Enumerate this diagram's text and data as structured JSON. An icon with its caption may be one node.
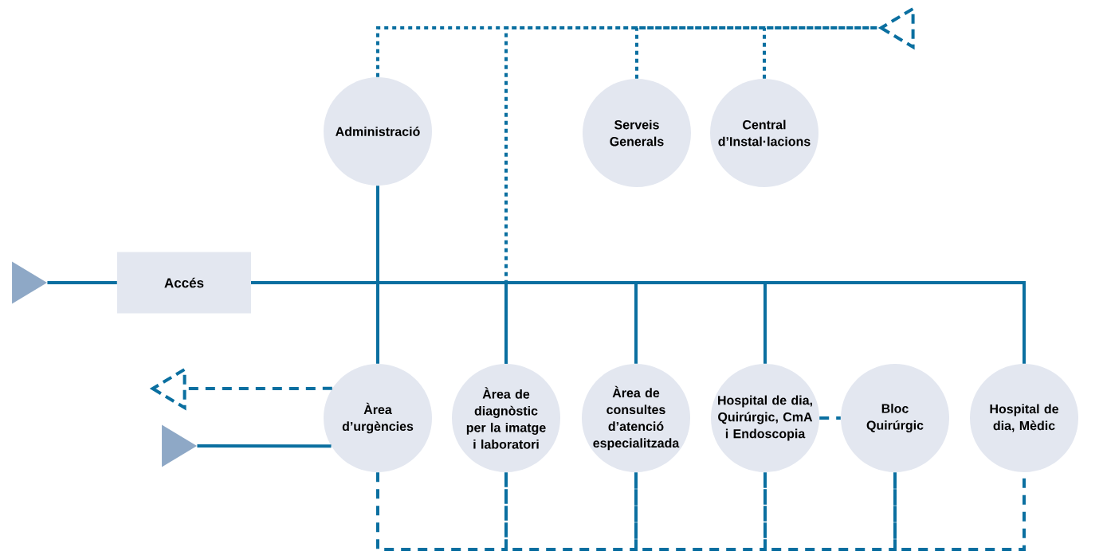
{
  "diagram": {
    "nodes": [
      {
        "text": [
          "Administració"
        ]
      },
      {
        "text": [
          "Serveis Generals"
        ]
      },
      {
        "text": [
          "Central d’Instal·lacions"
        ]
      },
      {
        "text": [
          "Accés"
        ]
      },
      {
        "text": [
          "Àrea d’urgències"
        ]
      },
      {
        "text": [
          "Àrea de diagnòstic per la imatge i laboratori"
        ]
      },
      {
        "text": [
          "Àrea de consultes d’atenció especialitzada"
        ]
      },
      {
        "text": [
          "Hospital de dia, Quirúrgic, CmA i Endoscopia"
        ]
      },
      {
        "text": [
          "Bloc Quirúrgic"
        ]
      },
      {
        "text": [
          "Hospital de dia, Mèdic"
        ]
      },
      {
        "text": [],
        "shape": "triangle"
      },
      {
        "text": [],
        "shape": "triangle"
      },
      {
        "text": [],
        "shape": "triangle"
      },
      {
        "text": [],
        "shape": "triangle"
      }
    ],
    "edges": [
      {
        "from": 10,
        "to": 3,
        "arrow": "none"
      },
      {
        "from": 3,
        "to": 0,
        "arrow": "none"
      },
      {
        "from": 3,
        "to": 4,
        "arrow": "none"
      },
      {
        "from": 3,
        "to": 5,
        "arrow": "none"
      },
      {
        "from": 3,
        "to": 6,
        "arrow": "none"
      },
      {
        "from": 3,
        "to": 7,
        "arrow": "none"
      },
      {
        "from": 3,
        "to": 9,
        "arrow": "none"
      },
      {
        "from": 0,
        "to": 12,
        "arrow": "none",
        "style": "dashed"
      },
      {
        "from": 5,
        "to": 12,
        "arrow": "none",
        "style": "dashed"
      },
      {
        "from": 1,
        "to": 12,
        "arrow": "none",
        "style": "dashed"
      },
      {
        "from": 2,
        "to": 12,
        "arrow": "none",
        "style": "dashed"
      },
      {
        "from": 4,
        "to": 13,
        "arrow": "none",
        "style": "dashed"
      },
      {
        "from": 11,
        "to": 4,
        "arrow": "none"
      },
      {
        "from": 7,
        "to": 8,
        "arrow": "none",
        "style": "dashed"
      },
      {
        "from": 4,
        "to": 5,
        "arrow": "none",
        "style": "dashed"
      },
      {
        "from": 5,
        "to": 6,
        "arrow": "none",
        "style": "dashed"
      },
      {
        "from": 6,
        "to": 7,
        "arrow": "none",
        "style": "dashed"
      },
      {
        "from": 7,
        "to": 8,
        "arrow": "none",
        "style": "dashed"
      },
      {
        "from": 8,
        "to": 9,
        "arrow": "none",
        "style": "dashed"
      }
    ]
  }
}
